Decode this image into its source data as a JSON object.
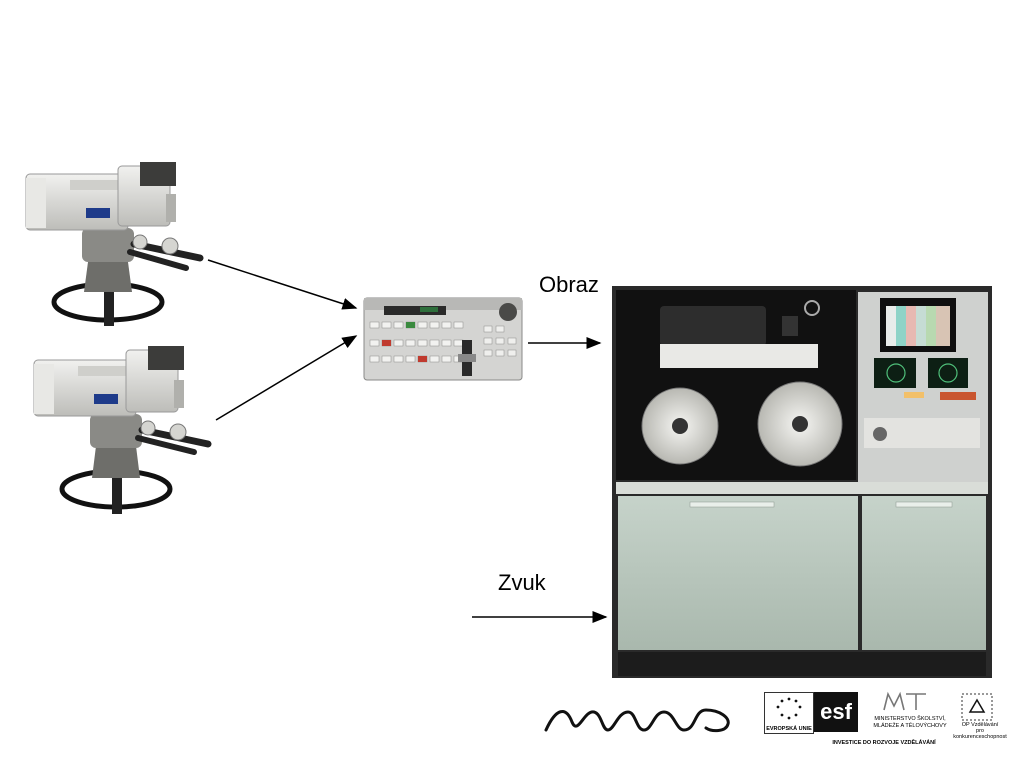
{
  "labels": {
    "video": "Obraz",
    "audio": "Zvuk"
  },
  "logos": {
    "munro": "munro",
    "eu": "EVROPSKÁ UNIE",
    "esf": "esf",
    "msmt_line1": "MINISTERSTVO ŠKOLSTVÍ,",
    "msmt_line2": "MLÁDEŽE A TĚLOVÝCHOVY",
    "op_line1": "OP Vzdělávání",
    "op_line2": "pro konkurenceschopnost",
    "investice": "INVESTICE DO ROZVOJE VZDĚLÁVÁNÍ"
  },
  "colors": {
    "camera_body": "#d9d9d6",
    "cabinet_green": "#b9c7bd",
    "machine_dark": "#141414",
    "arrow": "#000000"
  }
}
